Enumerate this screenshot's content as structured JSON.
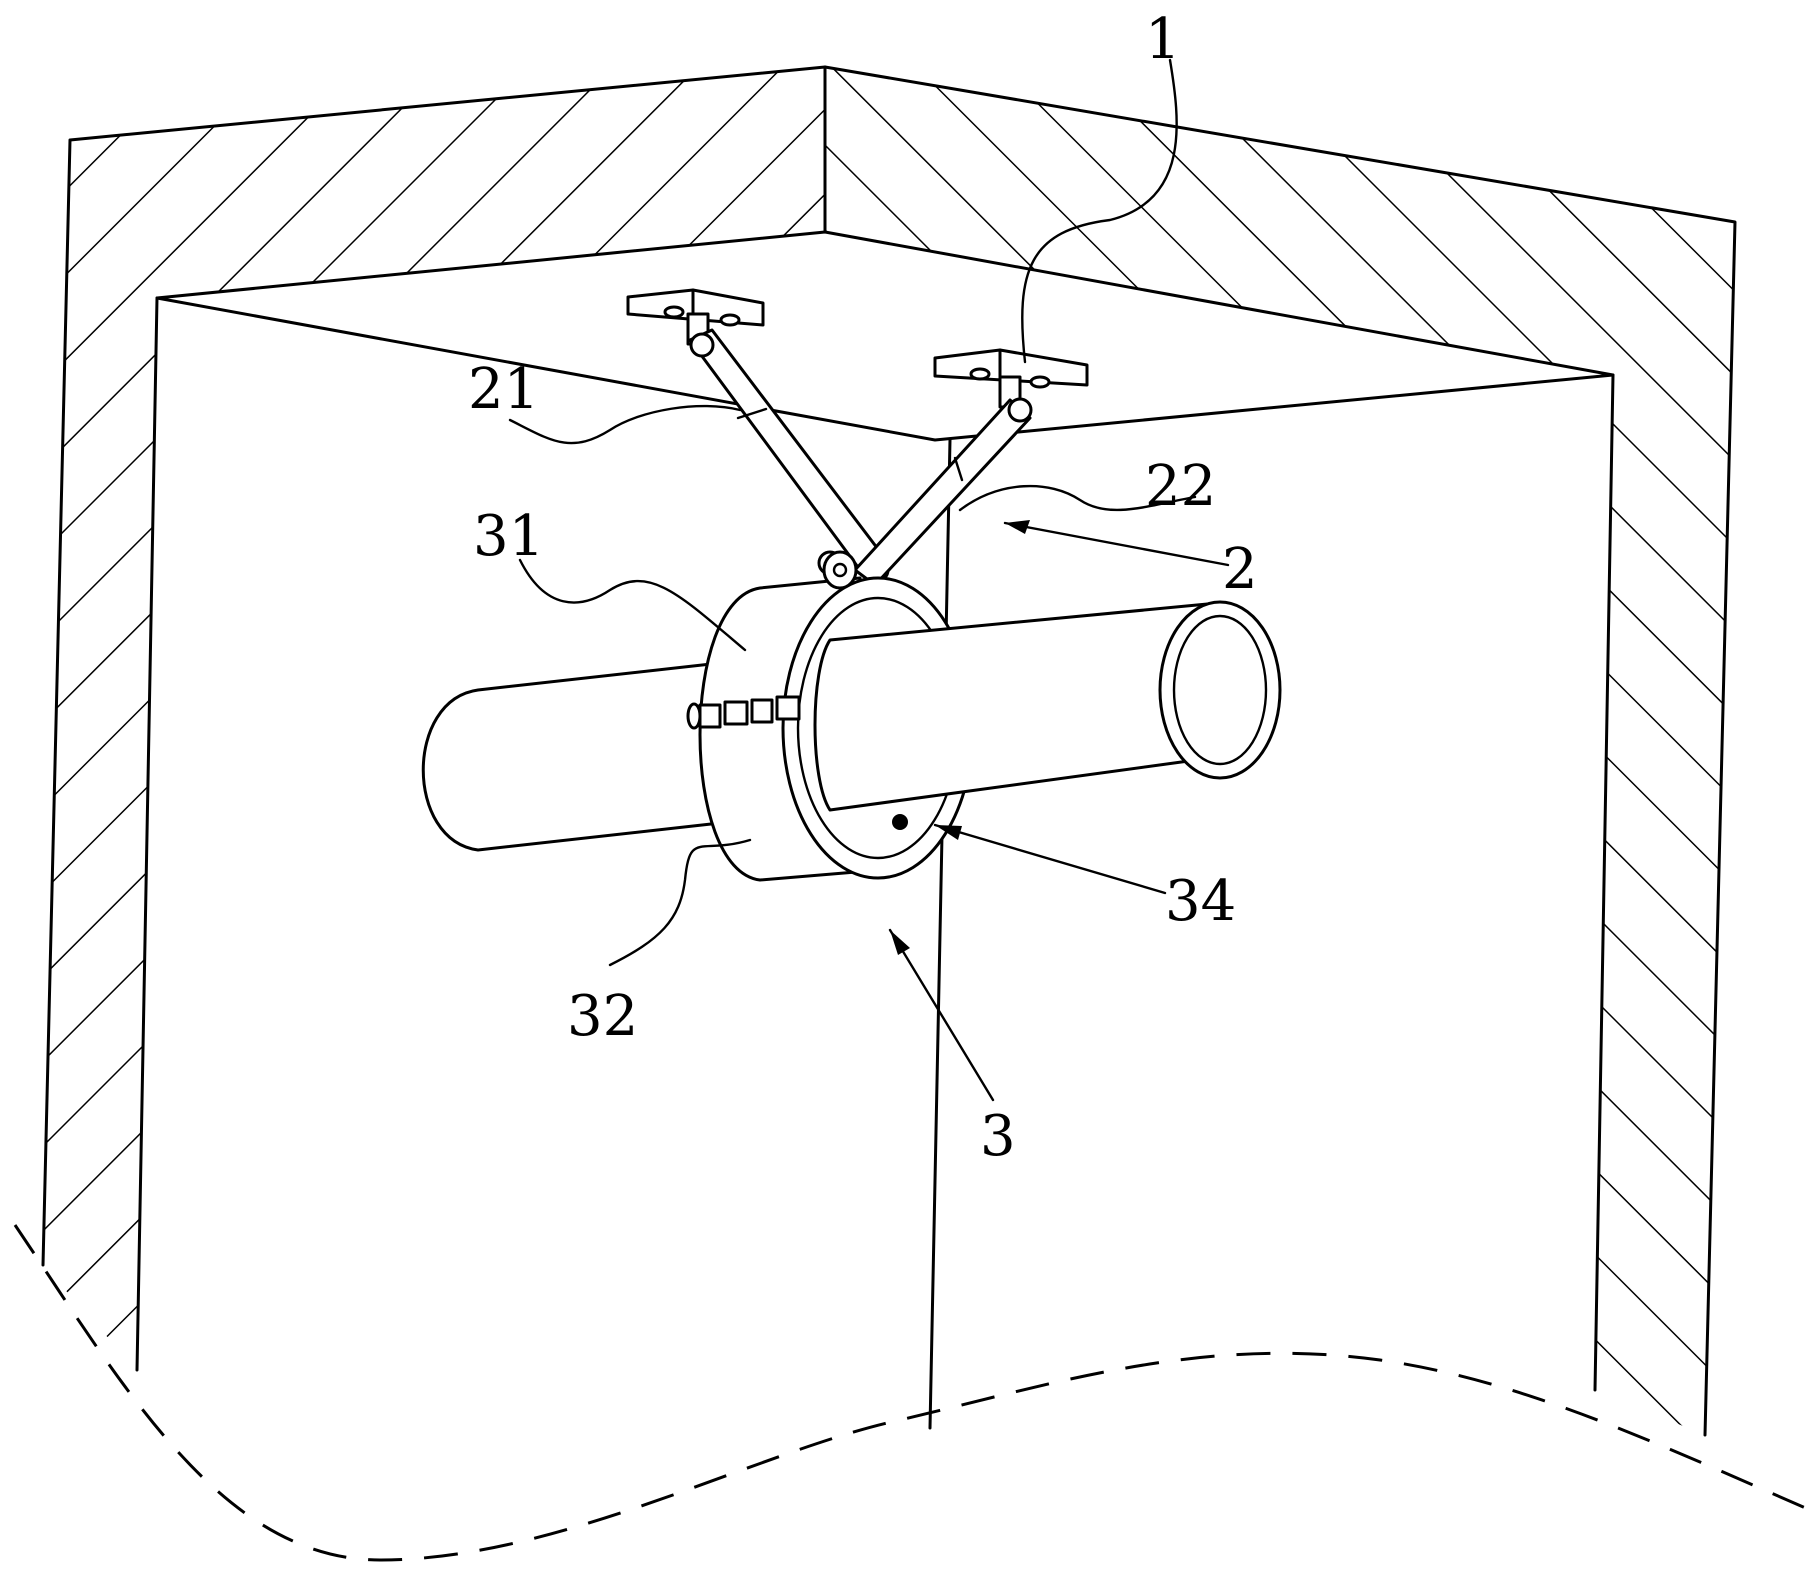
{
  "figure": {
    "description": "Perspective patent drawing of a pipe support in a wall corner suspended from the ceiling",
    "stroke_color": "#000000",
    "background": "#ffffff"
  },
  "labels": {
    "l1": "1",
    "l2": "2",
    "l21": "21",
    "l22": "22",
    "l3": "3",
    "l31": "31",
    "l32": "32",
    "l34": "34"
  }
}
